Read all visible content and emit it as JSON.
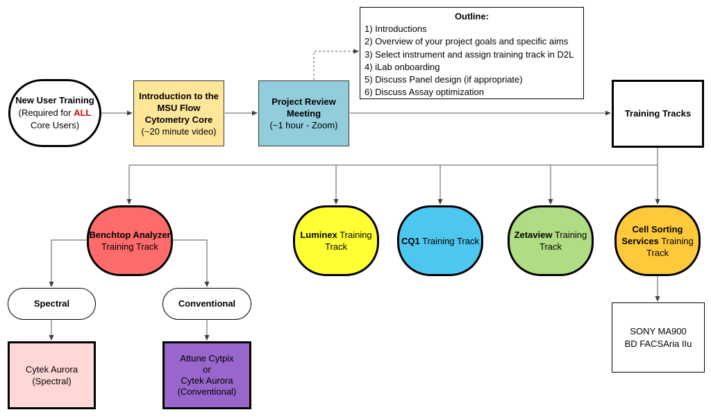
{
  "new_user": {
    "title": "New User Training",
    "line2_prefix": "(Required for ",
    "line2_highlight": "ALL",
    "line3": "Core Users)"
  },
  "intro": {
    "title_l1": "Introduction to the",
    "title_l2": "MSU Flow",
    "title_l3": "Cytometry Core",
    "sub": "(~20 minute video)"
  },
  "review": {
    "title_l1": "Project Review",
    "title_l2": "Meeting",
    "sub": "(~1 hour - Zoom)"
  },
  "outline": {
    "title": "Outline:",
    "items": [
      "1) Introductions",
      "2) Overview of your project goals and specific aims",
      "3) Select instrument and assign training track in D2L",
      "4) iLab onboarding",
      "5) Discuss Panel design (if appropriate)",
      "6) Discuss Assay optimization"
    ]
  },
  "training_tracks": {
    "label": "Training Tracks"
  },
  "benchtop": {
    "bold": "Benchtop Analyzer",
    "rest": "Training Track"
  },
  "luminex": {
    "bold": "Luminex",
    "rest_l1": " Training",
    "rest_l2": "Track"
  },
  "cq1": {
    "bold": "CQ1",
    "rest": " Training Track"
  },
  "zetaview": {
    "bold": "Zetaview",
    "rest_l1": " Training",
    "rest_l2": "Track"
  },
  "cell_sorting": {
    "bold_l1": "Cell Sorting",
    "bold_l2": "Services",
    "rest_l2": " Training",
    "rest_l3": "Track"
  },
  "spectral": {
    "label": "Spectral"
  },
  "conventional": {
    "label": "Conventional"
  },
  "cytek_spectral": {
    "l1": "Cytek Aurora",
    "l2": "(Spectral)"
  },
  "attune": {
    "l1": "Attune Cytpix",
    "l2": "or",
    "l3": "Cytek Aurora",
    "l4": "(Conventional)"
  },
  "sony": {
    "l1": "SONY MA900",
    "l2": "BD FACSAria IIu"
  },
  "colors": {
    "intro_fill": "#FFE699",
    "review_fill": "#92CDDC",
    "benchtop_fill": "#FF6B6B",
    "luminex_fill": "#FFFF33",
    "cq1_fill": "#4DC7F0",
    "zetaview_fill": "#B0DC84",
    "cell_sorting_fill": "#FFC93C",
    "cytek_fill": "#FFD7D7",
    "attune_fill": "#9966CC"
  }
}
